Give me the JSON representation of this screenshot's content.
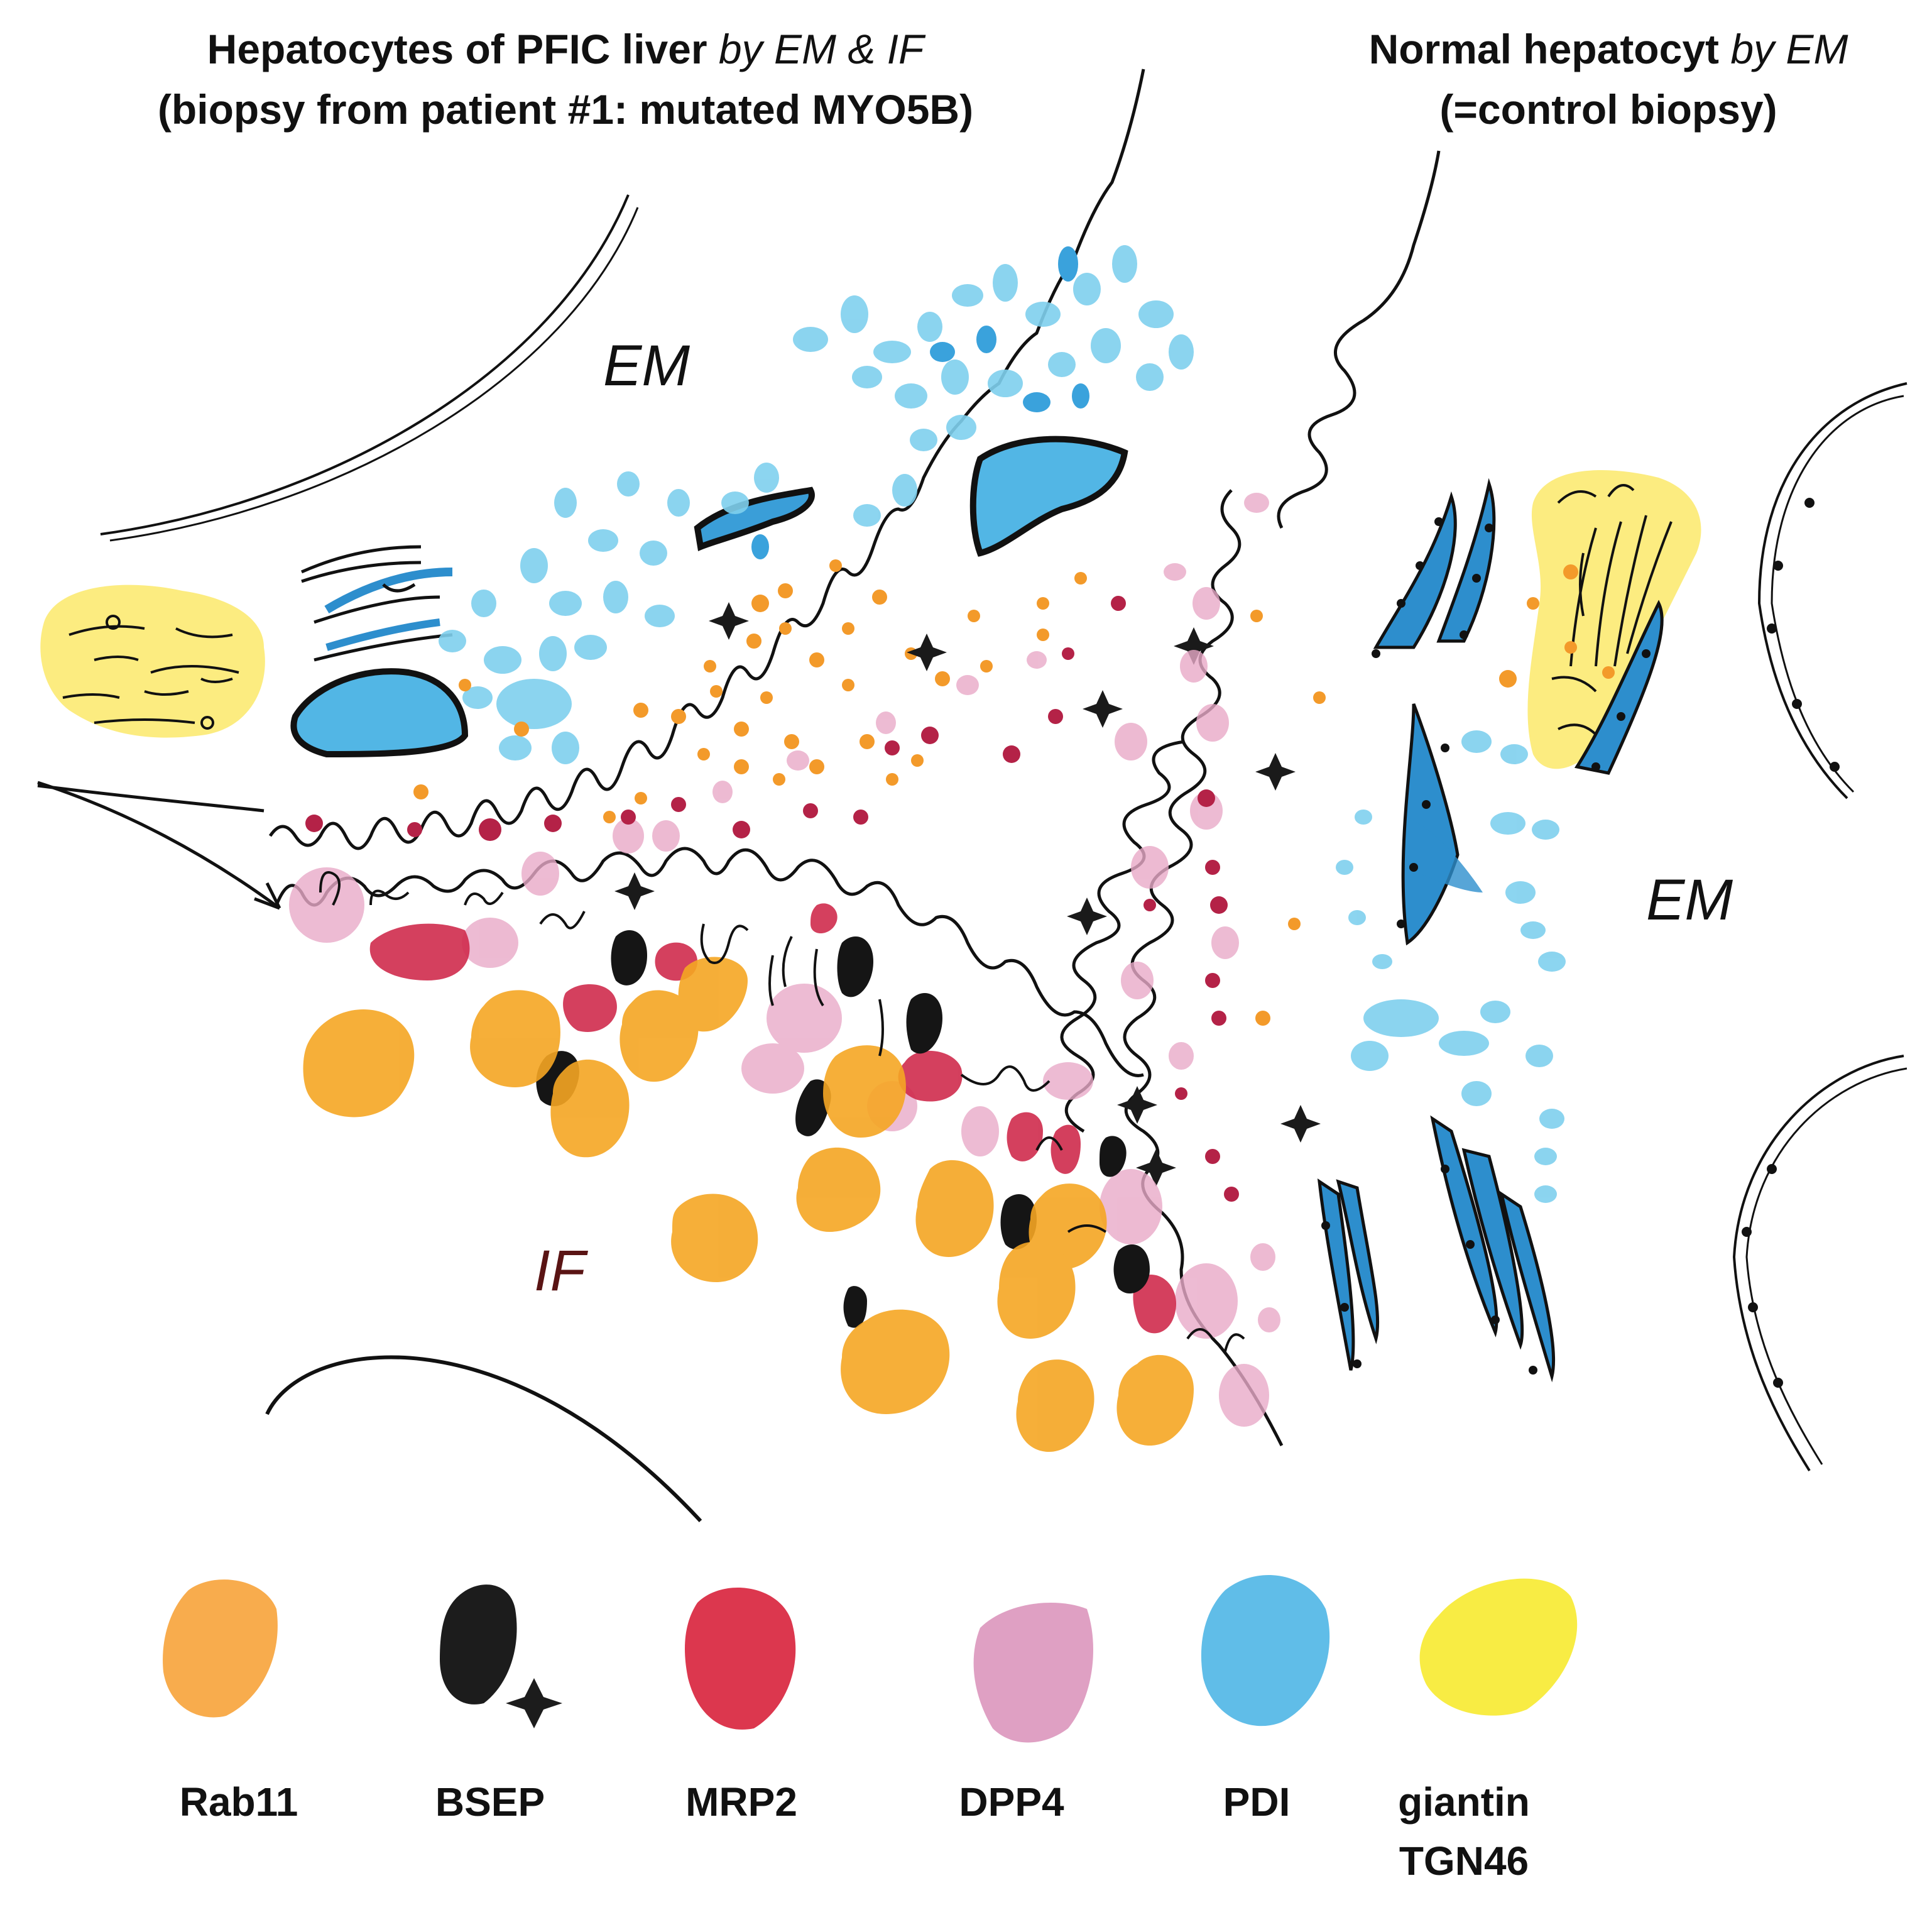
{
  "titles": {
    "left_line1_bold": "Hepatocytes of PFIC liver",
    "left_line1_italic": "by EM & IF",
    "left_line2": "(biopsy from patient #1: mutated MYO5B)",
    "right_line1_bold": "Normal hepatocyt",
    "right_line1_italic": "by EM",
    "right_line2": "(=control biopsy)"
  },
  "labels": {
    "em_left": "EM",
    "em_right": "EM",
    "if": "IF"
  },
  "legend": [
    {
      "name": "Rab11",
      "color": "#f7a33a"
    },
    {
      "name": "BSEP",
      "color": "#1c1c1c"
    },
    {
      "name": "MRP2",
      "color": "#d9263f"
    },
    {
      "name": "DPP4",
      "color": "#d98fb8"
    },
    {
      "name": "PDI",
      "color": "#4fb6e6"
    },
    {
      "name": "giantin",
      "name2": "TGN46",
      "color": "#f7ea30"
    }
  ]
}
